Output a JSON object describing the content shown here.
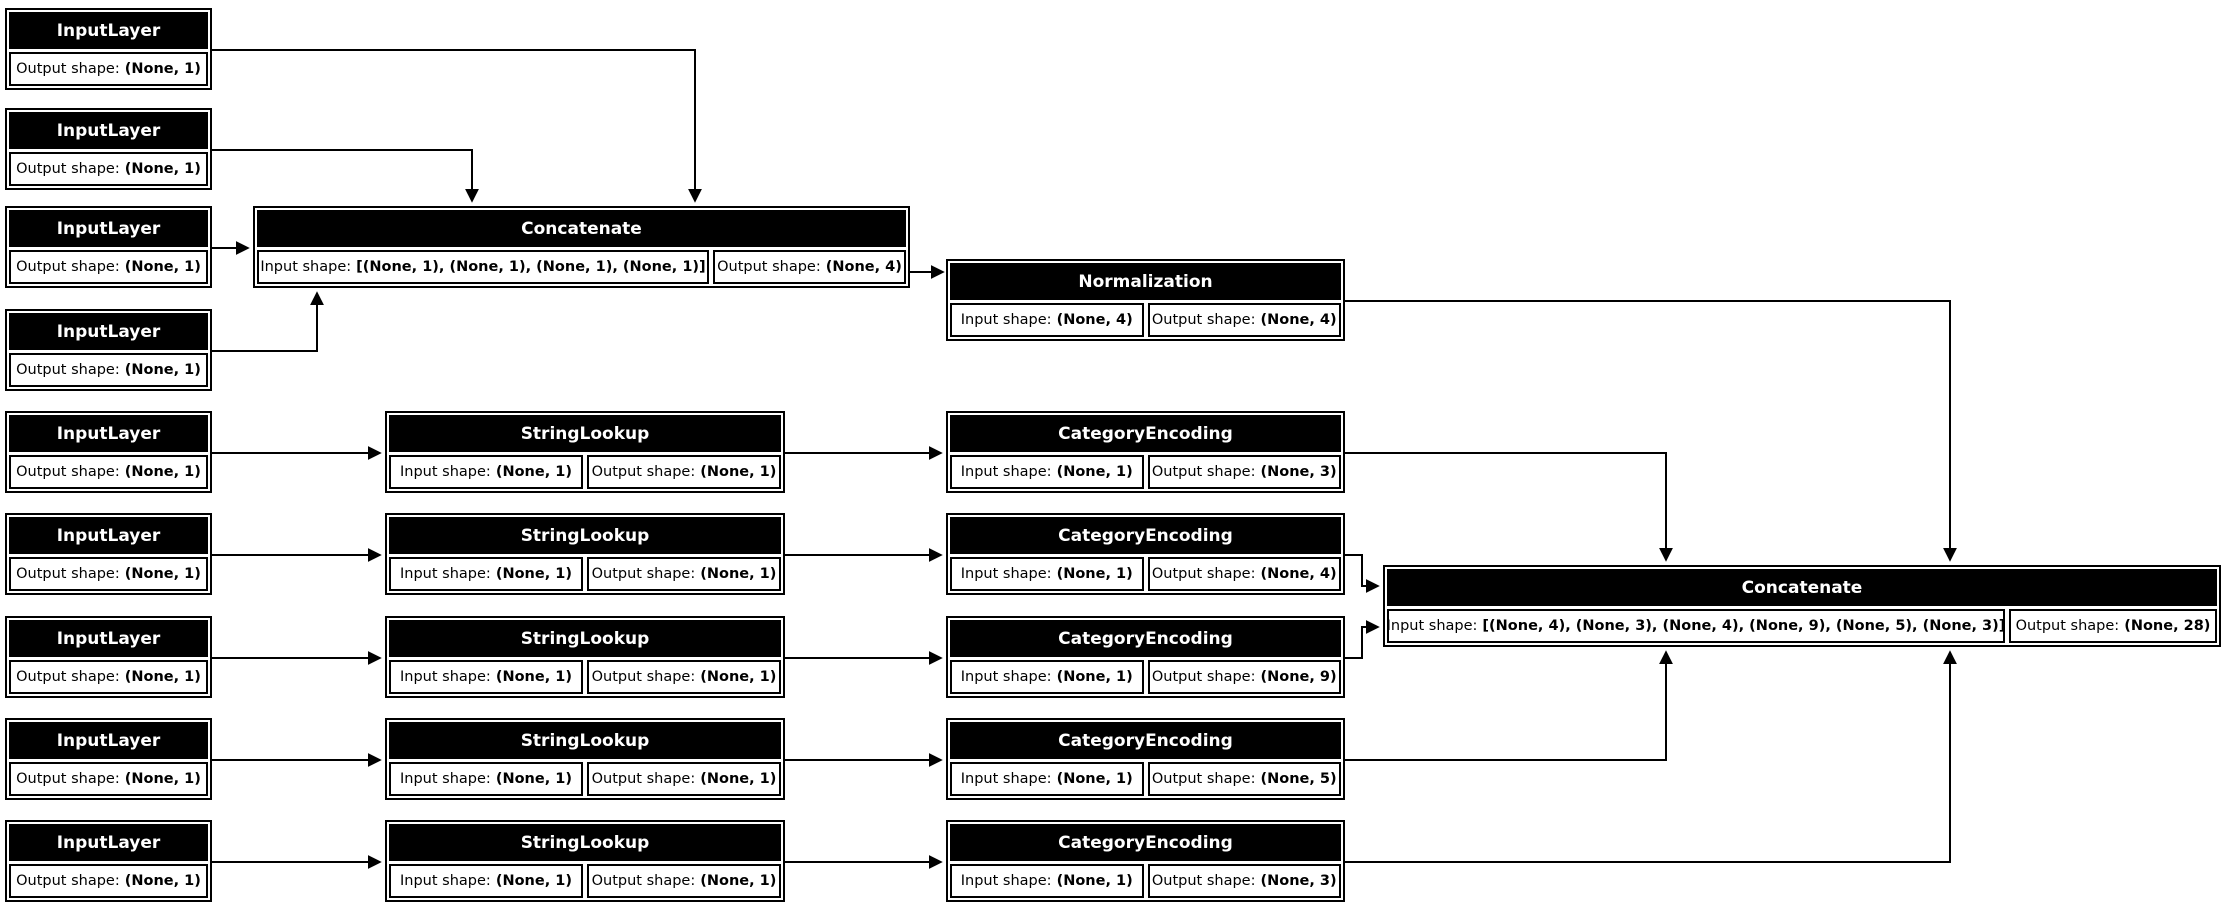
{
  "diagram": {
    "kind": "keras-model-plot",
    "colors": {
      "background": "#ffffff",
      "node_header_bg": "#000000",
      "node_header_fg": "#ffffff",
      "cell_bg": "#ffffff",
      "cell_fg": "#000000",
      "border": "#000000",
      "edge": "#000000"
    }
  },
  "nodes": {
    "il1": {
      "title": "InputLayer",
      "cells": [
        {
          "label": "Output shape:",
          "value": "(None, 1)"
        }
      ]
    },
    "il2": {
      "title": "InputLayer",
      "cells": [
        {
          "label": "Output shape:",
          "value": "(None, 1)"
        }
      ]
    },
    "il3": {
      "title": "InputLayer",
      "cells": [
        {
          "label": "Output shape:",
          "value": "(None, 1)"
        }
      ]
    },
    "il4": {
      "title": "InputLayer",
      "cells": [
        {
          "label": "Output shape:",
          "value": "(None, 1)"
        }
      ]
    },
    "il5": {
      "title": "InputLayer",
      "cells": [
        {
          "label": "Output shape:",
          "value": "(None, 1)"
        }
      ]
    },
    "il6": {
      "title": "InputLayer",
      "cells": [
        {
          "label": "Output shape:",
          "value": "(None, 1)"
        }
      ]
    },
    "il7": {
      "title": "InputLayer",
      "cells": [
        {
          "label": "Output shape:",
          "value": "(None, 1)"
        }
      ]
    },
    "il8": {
      "title": "InputLayer",
      "cells": [
        {
          "label": "Output shape:",
          "value": "(None, 1)"
        }
      ]
    },
    "il9": {
      "title": "InputLayer",
      "cells": [
        {
          "label": "Output shape:",
          "value": "(None, 1)"
        }
      ]
    },
    "concat1": {
      "title": "Concatenate",
      "cells": [
        {
          "label": "Input shape:",
          "value": "[(None, 1), (None, 1), (None, 1), (None, 1)]"
        },
        {
          "label": "Output shape:",
          "value": "(None, 4)"
        }
      ]
    },
    "norm": {
      "title": "Normalization",
      "cells": [
        {
          "label": "Input shape:",
          "value": "(None, 4)"
        },
        {
          "label": "Output shape:",
          "value": "(None, 4)"
        }
      ]
    },
    "sl1": {
      "title": "StringLookup",
      "cells": [
        {
          "label": "Input shape:",
          "value": "(None, 1)"
        },
        {
          "label": "Output shape:",
          "value": "(None, 1)"
        }
      ]
    },
    "sl2": {
      "title": "StringLookup",
      "cells": [
        {
          "label": "Input shape:",
          "value": "(None, 1)"
        },
        {
          "label": "Output shape:",
          "value": "(None, 1)"
        }
      ]
    },
    "sl3": {
      "title": "StringLookup",
      "cells": [
        {
          "label": "Input shape:",
          "value": "(None, 1)"
        },
        {
          "label": "Output shape:",
          "value": "(None, 1)"
        }
      ]
    },
    "sl4": {
      "title": "StringLookup",
      "cells": [
        {
          "label": "Input shape:",
          "value": "(None, 1)"
        },
        {
          "label": "Output shape:",
          "value": "(None, 1)"
        }
      ]
    },
    "sl5": {
      "title": "StringLookup",
      "cells": [
        {
          "label": "Input shape:",
          "value": "(None, 1)"
        },
        {
          "label": "Output shape:",
          "value": "(None, 1)"
        }
      ]
    },
    "ce1": {
      "title": "CategoryEncoding",
      "cells": [
        {
          "label": "Input shape:",
          "value": "(None, 1)"
        },
        {
          "label": "Output shape:",
          "value": "(None, 3)"
        }
      ]
    },
    "ce2": {
      "title": "CategoryEncoding",
      "cells": [
        {
          "label": "Input shape:",
          "value": "(None, 1)"
        },
        {
          "label": "Output shape:",
          "value": "(None, 4)"
        }
      ]
    },
    "ce3": {
      "title": "CategoryEncoding",
      "cells": [
        {
          "label": "Input shape:",
          "value": "(None, 1)"
        },
        {
          "label": "Output shape:",
          "value": "(None, 9)"
        }
      ]
    },
    "ce4": {
      "title": "CategoryEncoding",
      "cells": [
        {
          "label": "Input shape:",
          "value": "(None, 1)"
        },
        {
          "label": "Output shape:",
          "value": "(None, 5)"
        }
      ]
    },
    "ce5": {
      "title": "CategoryEncoding",
      "cells": [
        {
          "label": "Input shape:",
          "value": "(None, 1)"
        },
        {
          "label": "Output shape:",
          "value": "(None, 3)"
        }
      ]
    },
    "concat2": {
      "title": "Concatenate",
      "cells": [
        {
          "label": "Input shape:",
          "value": "[(None, 4), (None, 3), (None, 4), (None, 9), (None, 5), (None, 3)]"
        },
        {
          "label": "Output shape:",
          "value": "(None, 28)"
        }
      ]
    }
  },
  "edges": [
    {
      "from": "il1",
      "to": "concat1"
    },
    {
      "from": "il2",
      "to": "concat1"
    },
    {
      "from": "il3",
      "to": "concat1"
    },
    {
      "from": "il4",
      "to": "concat1"
    },
    {
      "from": "concat1",
      "to": "norm"
    },
    {
      "from": "norm",
      "to": "concat2"
    },
    {
      "from": "il5",
      "to": "sl1"
    },
    {
      "from": "il6",
      "to": "sl2"
    },
    {
      "from": "il7",
      "to": "sl3"
    },
    {
      "from": "il8",
      "to": "sl4"
    },
    {
      "from": "il9",
      "to": "sl5"
    },
    {
      "from": "sl1",
      "to": "ce1"
    },
    {
      "from": "sl2",
      "to": "ce2"
    },
    {
      "from": "sl3",
      "to": "ce3"
    },
    {
      "from": "sl4",
      "to": "ce4"
    },
    {
      "from": "sl5",
      "to": "ce5"
    },
    {
      "from": "ce1",
      "to": "concat2"
    },
    {
      "from": "ce2",
      "to": "concat2"
    },
    {
      "from": "ce3",
      "to": "concat2"
    },
    {
      "from": "ce4",
      "to": "concat2"
    },
    {
      "from": "ce5",
      "to": "concat2"
    }
  ]
}
